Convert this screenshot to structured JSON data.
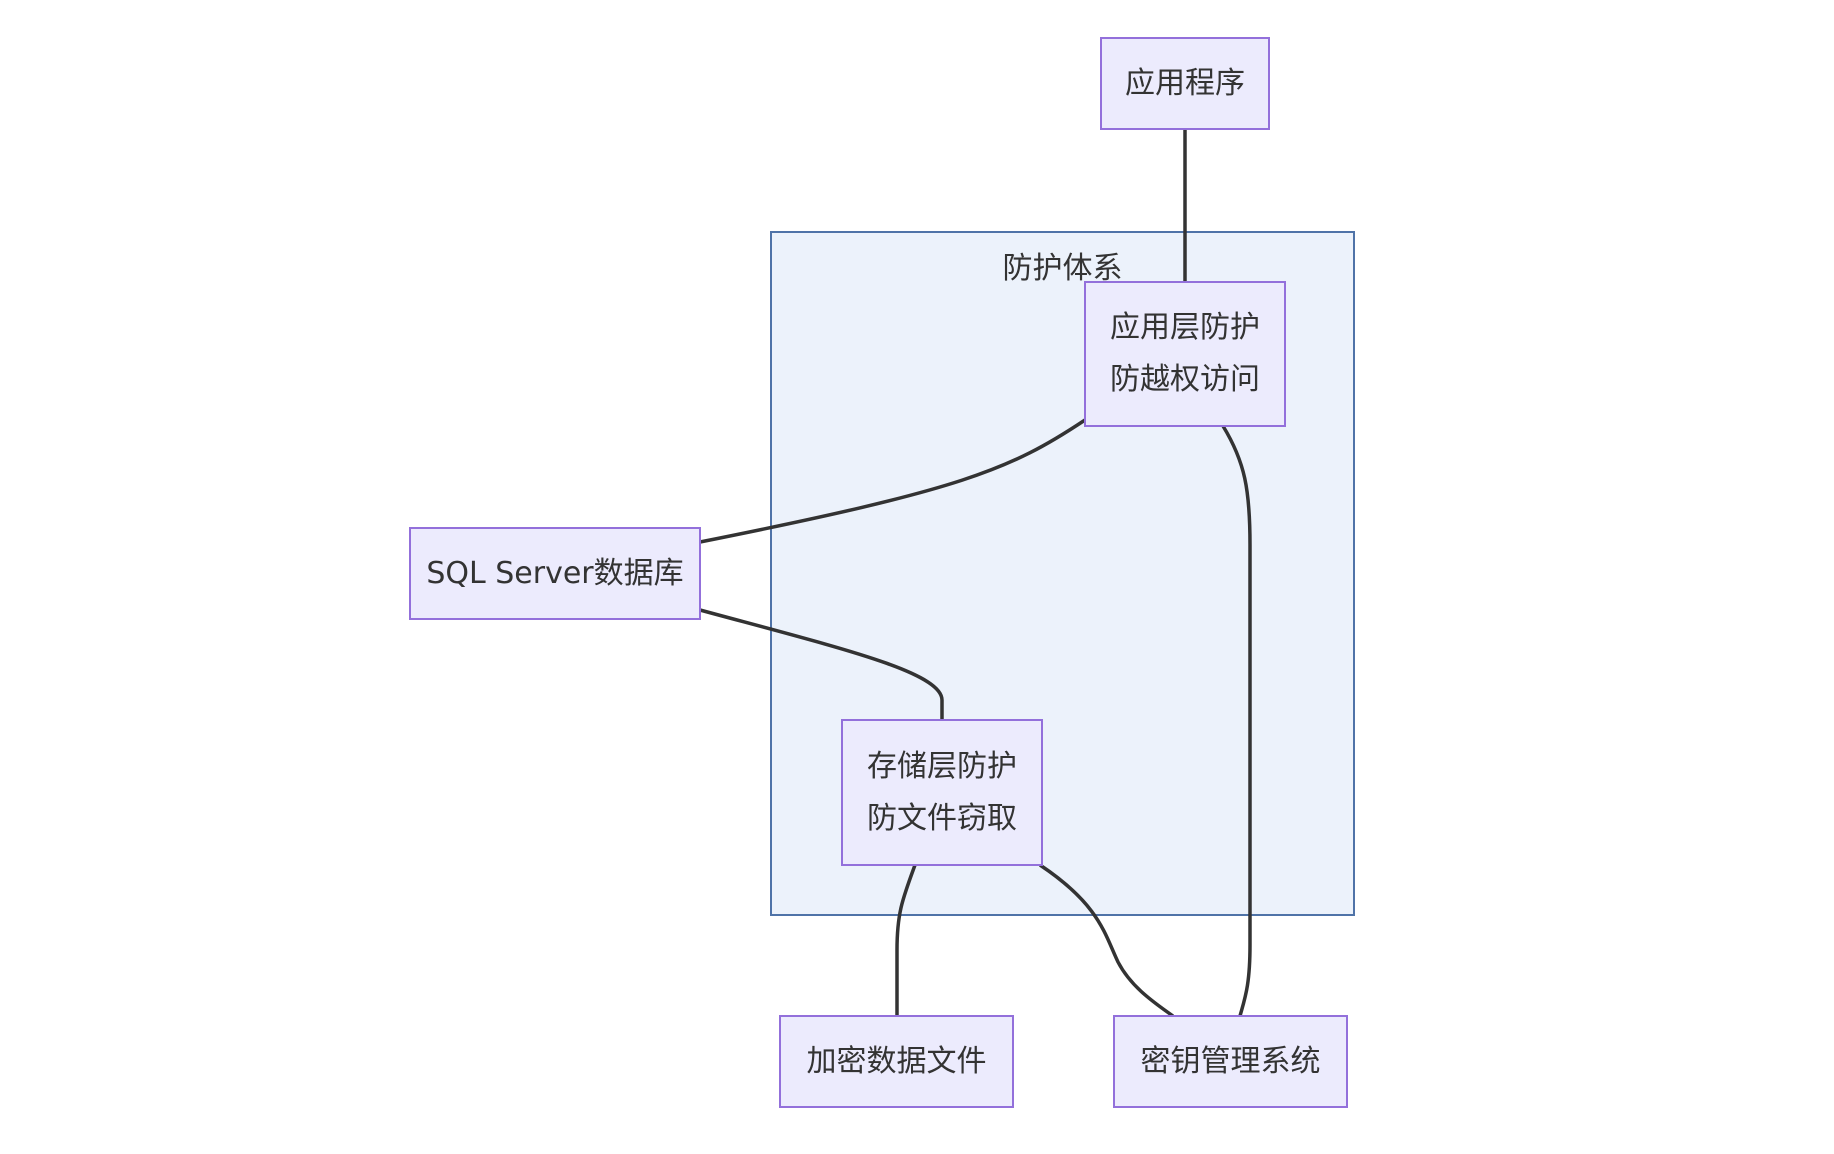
{
  "subgraph": {
    "title": "防护体系"
  },
  "nodes": {
    "app": {
      "label": "应用程序"
    },
    "app_layer": {
      "line1": "应用层防护",
      "line2": "防越权访问"
    },
    "db": {
      "label": "SQL Server数据库"
    },
    "storage_layer": {
      "line1": "存储层防护",
      "line2": "防文件窃取"
    },
    "enc_file": {
      "label": "加密数据文件"
    },
    "kms": {
      "label": "密钥管理系统"
    }
  },
  "colors": {
    "node_fill": "#ecebfd",
    "node_border": "#9370db",
    "subgraph_fill": "#ecf2fb",
    "subgraph_border": "#4f73a8",
    "edge": "#333333"
  }
}
